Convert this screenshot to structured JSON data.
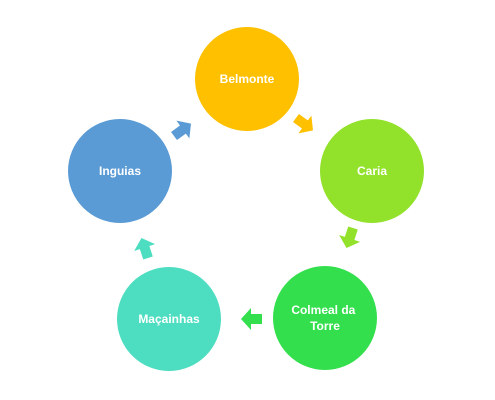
{
  "diagram": {
    "type": "cycle",
    "nodes": [
      {
        "label_lines": [
          "Belmonte"
        ],
        "color": "#FFC000"
      },
      {
        "label_lines": [
          "Caria"
        ],
        "color": "#92E12B"
      },
      {
        "label_lines": [
          "Colmeal da",
          "Torre"
        ],
        "color": "#33DF4C"
      },
      {
        "label_lines": [
          "Maçainhas"
        ],
        "color": "#4DDDC1"
      },
      {
        "label_lines": [
          "Inguias"
        ],
        "color": "#5B9BD5"
      }
    ],
    "arrows": [
      {
        "from": "Belmonte",
        "to": "Caria",
        "color": "#FFC000"
      },
      {
        "from": "Caria",
        "to": "Colmeal da Torre",
        "color": "#92E12B"
      },
      {
        "from": "Colmeal da Torre",
        "to": "Maçainhas",
        "color": "#33DF4C"
      },
      {
        "from": "Maçainhas",
        "to": "Inguias",
        "color": "#4DDDC1"
      },
      {
        "from": "Inguias",
        "to": "Belmonte",
        "color": "#5B9BD5"
      }
    ]
  }
}
